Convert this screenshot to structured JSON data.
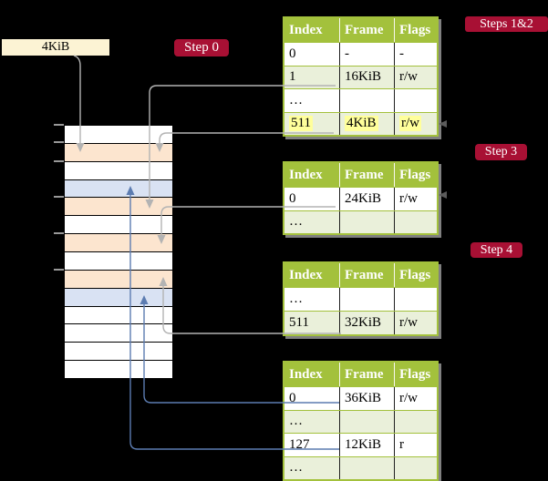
{
  "frame_size_label": "4KiB",
  "badges": {
    "step0": {
      "label": "Step 0"
    },
    "steps12": {
      "label": "Steps 1&2"
    },
    "step3": {
      "label": "Step 3"
    },
    "step4": {
      "label": "Step 4"
    }
  },
  "memory": {
    "rows": [
      "white",
      "orange",
      "white",
      "blue",
      "orange",
      "white",
      "orange",
      "white",
      "orange",
      "blue",
      "white",
      "white",
      "white",
      "white"
    ]
  },
  "tables": [
    {
      "id": "page-table-steps-1-2",
      "columns": [
        "Index",
        "Frame",
        "Flags"
      ],
      "rows": [
        {
          "cells": [
            "0",
            "-",
            "-"
          ],
          "highlight": false
        },
        {
          "cells": [
            "1",
            "16KiB",
            "r/w"
          ],
          "highlight": false
        },
        {
          "cells": [
            "…",
            "",
            ""
          ],
          "highlight": false
        },
        {
          "cells": [
            "511",
            "4KiB",
            "r/w"
          ],
          "highlight": true
        }
      ]
    },
    {
      "id": "page-table-step-3",
      "columns": [
        "Index",
        "Frame",
        "Flags"
      ],
      "rows": [
        {
          "cells": [
            "0",
            "24KiB",
            "r/w"
          ],
          "highlight": false
        },
        {
          "cells": [
            "…",
            "",
            ""
          ],
          "highlight": false
        }
      ]
    },
    {
      "id": "page-table-step-4-upper",
      "columns": [
        "Index",
        "Frame",
        "Flags"
      ],
      "rows": [
        {
          "cells": [
            "…",
            "",
            ""
          ],
          "highlight": false
        },
        {
          "cells": [
            "511",
            "32KiB",
            "r/w"
          ],
          "highlight": false
        }
      ]
    },
    {
      "id": "page-table-step-4-lower",
      "columns": [
        "Index",
        "Frame",
        "Flags"
      ],
      "rows": [
        {
          "cells": [
            "0",
            "36KiB",
            "r/w"
          ],
          "highlight": false
        },
        {
          "cells": [
            "…",
            "",
            ""
          ],
          "highlight": false
        },
        {
          "cells": [
            "127",
            "12KiB",
            "r"
          ],
          "highlight": false
        },
        {
          "cells": [
            "…",
            "",
            ""
          ],
          "highlight": false
        }
      ]
    }
  ],
  "colors": {
    "table_header_green": "#a3c13c",
    "table_row_green": "#eaf0da",
    "memory_orange": "#fce5cf",
    "memory_blue": "#d9e2f3",
    "highlight_yellow": "#ffff9b",
    "badge_red": "#a81034",
    "label_cream": "#fcf3d4",
    "arrow_gray": "#b3b3b3",
    "arrow_blue": "#5c7cb1"
  }
}
